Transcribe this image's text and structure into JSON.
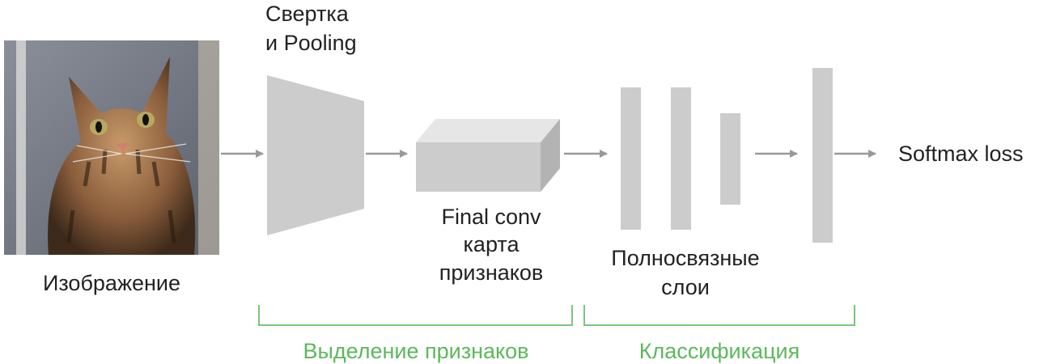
{
  "labels": {
    "conv_line1": "Свертка",
    "conv_line2": "и Pooling",
    "image": "Изображение",
    "feature_map_line1": "Final conv",
    "feature_map_line2": "карта",
    "feature_map_line3": "признаков",
    "fc_line1": "Полносвязные",
    "fc_line2": "слои",
    "output": "Softmax loss"
  },
  "groups": {
    "feature_extraction": "Выделение признаков",
    "classification": "Классификация"
  },
  "colors": {
    "layer": "#cccccc",
    "layer_top": "#e6e6e6",
    "layer_side": "#b3b3b3",
    "arrow": "#999999",
    "bracket": "#7cc47c",
    "group_text": "#5cb85c",
    "label_text": "#222222"
  },
  "image": {
    "subject": "cat-photo"
  }
}
